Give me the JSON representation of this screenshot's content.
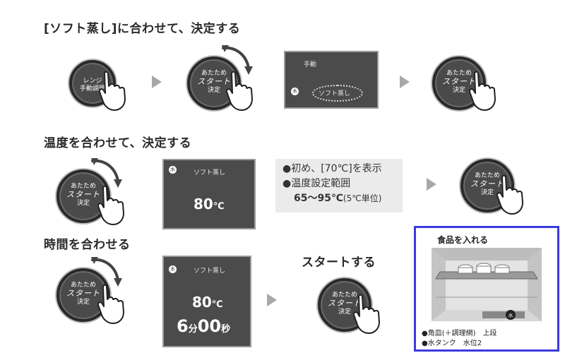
{
  "step1": {
    "heading": "[ソフト蒸し]に合わせて、決定する",
    "knob1": {
      "line1": "レンジ",
      "line2": "手動調理"
    },
    "panel": {
      "mode": "手動",
      "option": "ソフト蒸し"
    }
  },
  "step2": {
    "heading": "温度を合わせて、決定する",
    "panel": {
      "label": "ソフト蒸し",
      "temp": "80",
      "unit": "℃"
    },
    "notes": {
      "note1": "初め、[70℃]を表示",
      "note2": "温度設定範囲",
      "range": "65〜95℃",
      "range_unit": "(5℃単位)"
    }
  },
  "step3": {
    "heading": "時間を合わせる",
    "panel": {
      "label": "ソフト蒸し",
      "temp": "80",
      "unit": "℃",
      "min": "6",
      "min_unit": "分",
      "sec": "00",
      "sec_unit": "秒"
    }
  },
  "step4": {
    "heading": "スタートする"
  },
  "knob": {
    "top": "あたため",
    "middle": "スタート",
    "bottom": "決定"
  },
  "food": {
    "title": "食品を入れる",
    "note1": "角皿(＋調理網)　上段",
    "note2": "水タンク　水位2"
  },
  "icons": {
    "steam": "水",
    "bullet": "●"
  }
}
